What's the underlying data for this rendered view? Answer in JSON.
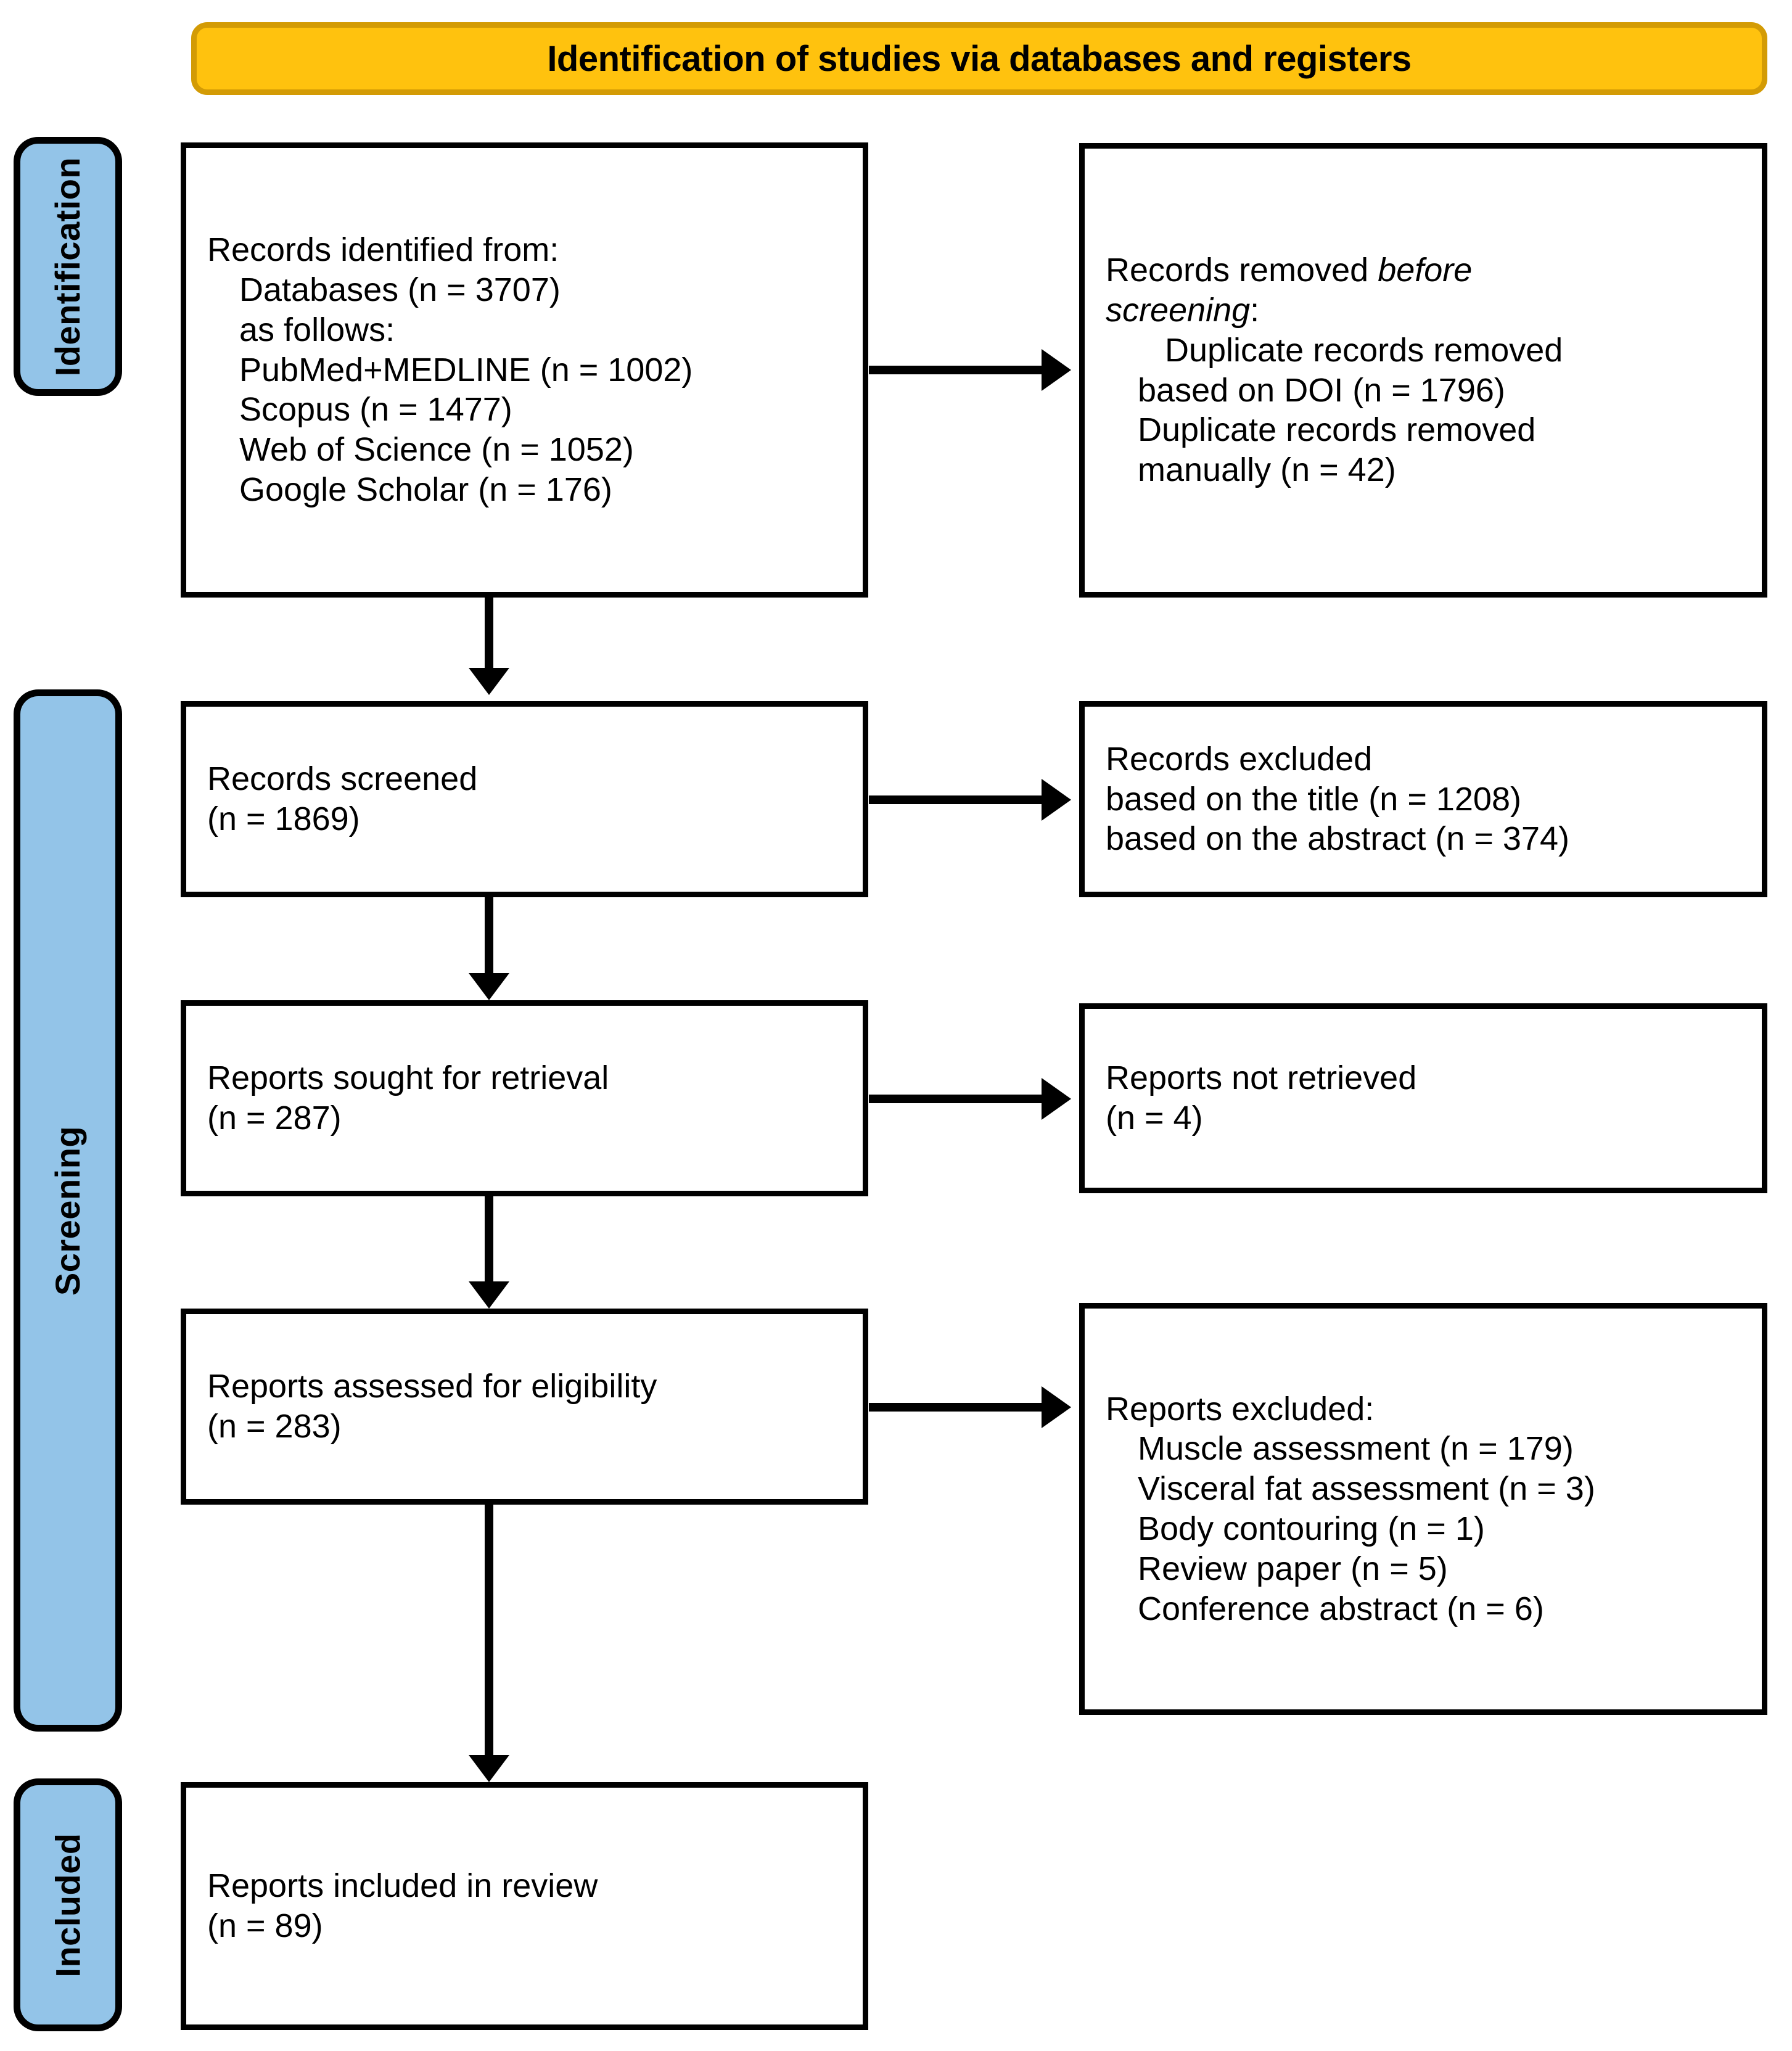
{
  "banner": {
    "title": "Identification of studies via databases and registers"
  },
  "phases": [
    {
      "id": "identification",
      "label": "Identification"
    },
    {
      "id": "screening",
      "label": "Screening"
    },
    {
      "id": "included",
      "label": "Included"
    }
  ],
  "boxes": {
    "identified": {
      "lines": [
        {
          "text": "Records identified from:",
          "indent": 0
        },
        {
          "text": "Databases (n = 3707)",
          "indent": 1
        },
        {
          "text": "as follows:",
          "indent": 1
        },
        {
          "text": "PubMed+MEDLINE (n = 1002)",
          "indent": 1
        },
        {
          "text": "Scopus (n = 1477)",
          "indent": 1
        },
        {
          "text": "Web of Science (n = 1052)",
          "indent": 1
        },
        {
          "text": "Google Scholar (n = 176)",
          "indent": 1
        }
      ]
    },
    "removed": {
      "line1a": "Records removed ",
      "line1b": "before",
      "line2a": "screening",
      "line2b": ":",
      "line3": "Duplicate records removed",
      "line4": "based on DOI (n = 1796)",
      "line5": "Duplicate records removed",
      "line6": "manually (n = 42)"
    },
    "screened": {
      "line1": "Records screened",
      "line2": "(n = 1869)"
    },
    "excluded_screening": {
      "line1": "Records excluded",
      "line2": "based on the title (n = 1208)",
      "line3": "based on the abstract (n = 374)"
    },
    "sought": {
      "line1": "Reports sought for retrieval",
      "line2": "(n = 287)"
    },
    "not_retrieved": {
      "line1": "Reports not retrieved",
      "line2": "(n = 4)"
    },
    "assessed": {
      "line1": "Reports assessed for eligibility",
      "line2": "(n = 283)"
    },
    "excluded_eligibility": {
      "heading": "Reports excluded:",
      "reasons": [
        "Muscle assessment (n = 179)",
        "Visceral fat assessment (n = 3)",
        "Body contouring (n = 1)",
        "Review paper (n = 5)",
        "Conference abstract (n = 6)"
      ]
    },
    "included": {
      "line1": "Reports included in review",
      "line2": "(n = 89)"
    }
  },
  "chart_data": {
    "type": "diagram",
    "title": "Identification of studies via databases and registers",
    "nodes": [
      {
        "id": "identified",
        "phase": "Identification",
        "column": "left",
        "n": 3707,
        "label": "Records identified from: Databases (n = 3707)",
        "sources": [
          {
            "name": "PubMed+MEDLINE",
            "n": 1002
          },
          {
            "name": "Scopus",
            "n": 1477
          },
          {
            "name": "Web of Science",
            "n": 1052
          },
          {
            "name": "Google Scholar",
            "n": 176
          }
        ]
      },
      {
        "id": "removed",
        "phase": "Identification",
        "column": "right",
        "label": "Records removed before screening",
        "reasons": [
          {
            "name": "Duplicate records removed based on DOI",
            "n": 1796
          },
          {
            "name": "Duplicate records removed manually",
            "n": 42
          }
        ]
      },
      {
        "id": "screened",
        "phase": "Screening",
        "column": "left",
        "n": 1869,
        "label": "Records screened"
      },
      {
        "id": "excluded_screening",
        "phase": "Screening",
        "column": "right",
        "label": "Records excluded",
        "reasons": [
          {
            "name": "based on the title",
            "n": 1208
          },
          {
            "name": "based on the abstract",
            "n": 374
          }
        ]
      },
      {
        "id": "sought",
        "phase": "Screening",
        "column": "left",
        "n": 287,
        "label": "Reports sought for retrieval"
      },
      {
        "id": "not_retrieved",
        "phase": "Screening",
        "column": "right",
        "n": 4,
        "label": "Reports not retrieved"
      },
      {
        "id": "assessed",
        "phase": "Screening",
        "column": "left",
        "n": 283,
        "label": "Reports assessed for eligibility"
      },
      {
        "id": "excluded_eligibility",
        "phase": "Screening",
        "column": "right",
        "label": "Reports excluded",
        "reasons": [
          {
            "name": "Muscle assessment",
            "n": 179
          },
          {
            "name": "Visceral fat assessment",
            "n": 3
          },
          {
            "name": "Body contouring",
            "n": 1
          },
          {
            "name": "Review paper",
            "n": 5
          },
          {
            "name": "Conference abstract",
            "n": 6
          }
        ]
      },
      {
        "id": "included",
        "phase": "Included",
        "column": "left",
        "n": 89,
        "label": "Reports included in review"
      }
    ],
    "edges": [
      {
        "from": "identified",
        "to": "removed",
        "direction": "right"
      },
      {
        "from": "identified",
        "to": "screened",
        "direction": "down"
      },
      {
        "from": "screened",
        "to": "excluded_screening",
        "direction": "right"
      },
      {
        "from": "screened",
        "to": "sought",
        "direction": "down"
      },
      {
        "from": "sought",
        "to": "not_retrieved",
        "direction": "right"
      },
      {
        "from": "sought",
        "to": "assessed",
        "direction": "down"
      },
      {
        "from": "assessed",
        "to": "excluded_eligibility",
        "direction": "right"
      },
      {
        "from": "assessed",
        "to": "included",
        "direction": "down"
      }
    ]
  },
  "colors": {
    "banner_fill": "#FFC20E",
    "banner_border": "#D39B05",
    "phase_fill": "#93C4E8",
    "box_border": "#000000",
    "box_fill": "#FFFFFF",
    "text": "#000000"
  }
}
